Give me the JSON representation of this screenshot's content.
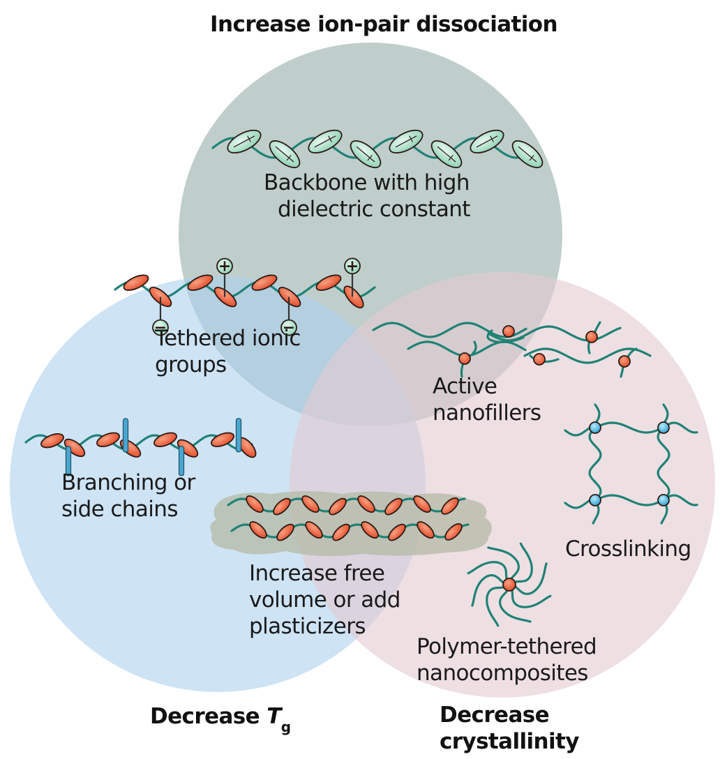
{
  "figure": {
    "headers": {
      "top": "Increase ion-pair dissociation",
      "bottom_left_main": "Decrease ",
      "bottom_left_italic": "T",
      "bottom_left_sub": "g",
      "bottom_right_line1": "Decrease",
      "bottom_right_line2": "crystallinity"
    },
    "circles": [
      {
        "id": "ion-pair-dissociation",
        "color": "#bccbc8"
      },
      {
        "id": "decrease-tg",
        "color": "#c3dcef"
      },
      {
        "id": "decrease-crystallinity",
        "color": "#e6d3d8"
      }
    ],
    "labels": {
      "backbone": [
        "Backbone with high",
        "dielectric constant"
      ],
      "tethered": [
        "Tethered ionic",
        "groups"
      ],
      "nanofillers": [
        "Active",
        "nanofillers"
      ],
      "branching": [
        "Branching or",
        "side chains"
      ],
      "free_volume": [
        "Increase free",
        "volume or add",
        "plasticizers"
      ],
      "crosslinking": [
        "Crosslinking"
      ],
      "polymer_tethered": [
        "Polymer-tethered",
        "nanocomposites"
      ]
    },
    "symbols": {
      "plus": "+",
      "minus": "−"
    },
    "colors": {
      "chain": "#1f8275",
      "red_segment": "#e8583a",
      "green_segment": "#a9dcc7",
      "blue_node": "#3aa9d6",
      "blue_branch": "#4aa6cf",
      "cloud": "#b4b9a6"
    }
  }
}
